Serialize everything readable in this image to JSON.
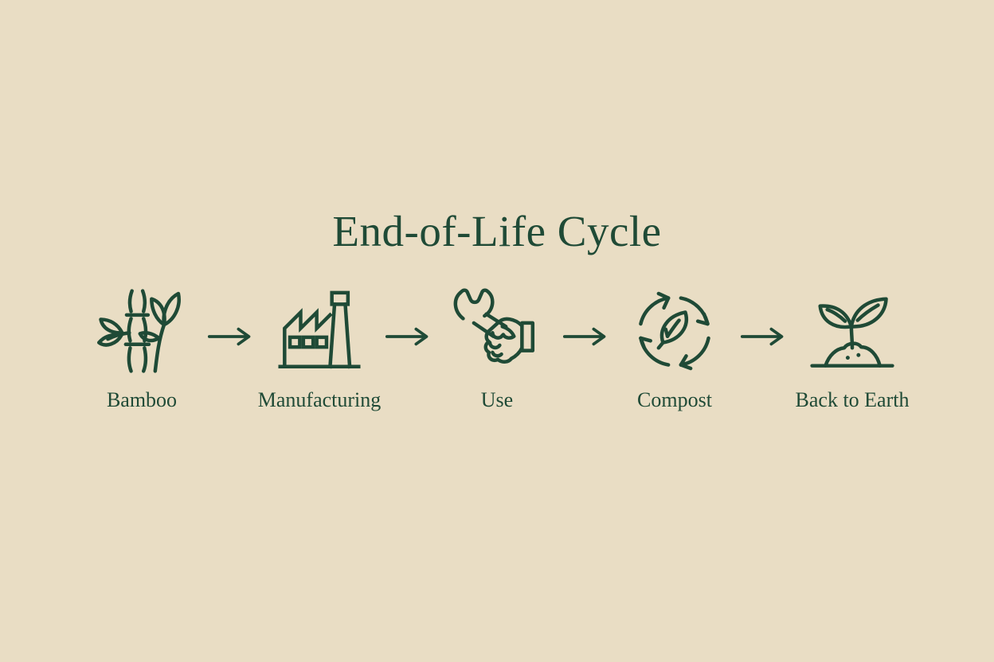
{
  "title": "End-of-Life Cycle",
  "colors": {
    "background": "#e9ddc4",
    "ink": "#1f4a36"
  },
  "stages": [
    {
      "label": "Bamboo",
      "icon": "bamboo-icon"
    },
    {
      "label": "Manufacturing",
      "icon": "factory-icon"
    },
    {
      "label": "Use",
      "icon": "wrench-hand-icon"
    },
    {
      "label": "Compost",
      "icon": "compost-cycle-icon"
    },
    {
      "label": "Back to Earth",
      "icon": "seedling-icon"
    }
  ],
  "connector": {
    "icon": "right-arrow-icon"
  }
}
